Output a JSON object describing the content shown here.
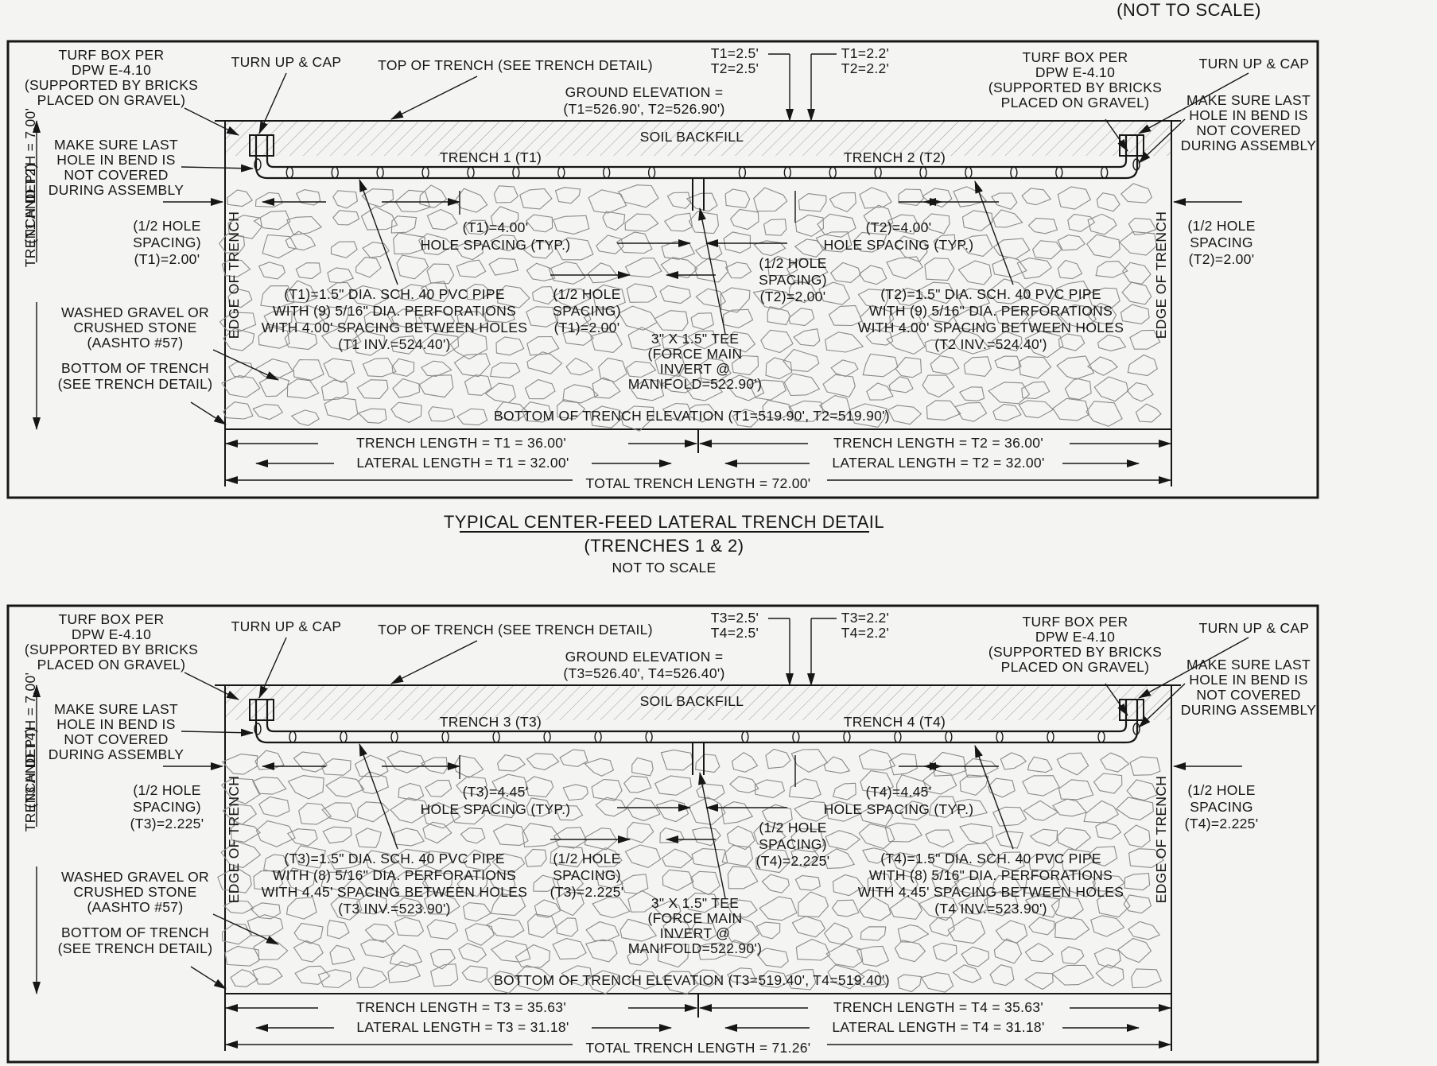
{
  "top_note": "(NOT TO SCALE)",
  "detail1": {
    "turf_box": [
      "TURF BOX PER",
      "DPW E-4.10",
      "(SUPPORTED BY BRICKS",
      "PLACED ON GRAVEL)"
    ],
    "turn_up": "TURN UP & CAP",
    "turn_up_right": "TURN UP & CAP",
    "top_of_trench": "TOP OF TRENCH (SEE TRENCH DETAIL)",
    "cover_left": [
      "T1=2.5'",
      "T2=2.5'"
    ],
    "cover_right": [
      "T1=2.2'",
      "T2=2.2'"
    ],
    "ground_elev": [
      "GROUND ELEVATION =",
      "(T1=526.90', T2=526.90')"
    ],
    "soil_backfill": "SOIL BACKFILL",
    "make_sure": [
      "MAKE SURE LAST",
      "HOLE IN BEND IS",
      "NOT COVERED",
      "DURING ASSEMBLY"
    ],
    "trench_left_name": "TRENCH 1 (T1)",
    "trench_right_name": "TRENCH 2 (T2)",
    "trench_depth": [
      "TRENCH DEPTH = 7.00'",
      "(T1 AND T2)"
    ],
    "edge_of_trench": "EDGE OF TRENCH",
    "half_left_outer": [
      "(1/2 HOLE",
      "SPACING)",
      "(T1)=2.00'"
    ],
    "half_right_outer": [
      "(1/2 HOLE",
      "SPACING",
      "(T2)=2.00'"
    ],
    "spacing_left": [
      "(T1)=4.00'",
      "HOLE SPACING (TYP.)"
    ],
    "spacing_right": [
      "(T2)=4.00'",
      "HOLE SPACING (TYP.)"
    ],
    "half_center_right": [
      "(1/2 HOLE",
      "SPACING)",
      "(T2)=2.00'"
    ],
    "half_center_left": [
      "(1/2 HOLE",
      "SPACING)",
      "(T1)=2.00'"
    ],
    "pipe_left": [
      "(T1)=1.5\" DIA. SCH. 40 PVC PIPE",
      "WITH (9) 5/16\" DIA. PERFORATIONS",
      "WITH 4.00' SPACING BETWEEN HOLES",
      "(T1 INV.=524.40')"
    ],
    "pipe_right": [
      "(T2)=1.5\" DIA. SCH. 40 PVC PIPE",
      "WITH (9) 5/16\" DIA. PERFORATIONS",
      "WITH 4.00' SPACING BETWEEN HOLES",
      "(T2 INV.=524.40')"
    ],
    "gravel": [
      "WASHED GRAVEL OR",
      "CRUSHED STONE",
      "(AASHTO #57)"
    ],
    "bottom_note": [
      "BOTTOM OF TRENCH",
      "(SEE TRENCH DETAIL)"
    ],
    "tee": [
      "3\" X 1.5\" TEE",
      "(FORCE MAIN",
      "INVERT @",
      "MANIFOLD=522.90')"
    ],
    "bottom_elev": "BOTTOM OF TRENCH ELEVATION (T1=519.90', T2=519.90')",
    "trench_len_left": "TRENCH LENGTH = T1 = 36.00'",
    "trench_len_right": "TRENCH LENGTH = T2 = 36.00'",
    "lateral_left": "LATERAL LENGTH = T1 = 32.00'",
    "lateral_right": "LATERAL LENGTH = T2 = 32.00'",
    "total": "TOTAL TRENCH LENGTH = 72.00'",
    "holes_per_side": 9
  },
  "detail1_title": "TYPICAL CENTER-FEED LATERAL TRENCH DETAIL",
  "detail1_sub": "(TRENCHES 1 & 2)",
  "detail1_scale": "NOT TO SCALE",
  "detail2": {
    "turf_box": [
      "TURF BOX PER",
      "DPW E-4.10",
      "(SUPPORTED BY BRICKS",
      "PLACED ON GRAVEL)"
    ],
    "turn_up": "TURN UP & CAP",
    "turn_up_right": "TURN UP & CAP",
    "top_of_trench": "TOP OF TRENCH (SEE TRENCH DETAIL)",
    "cover_left": [
      "T3=2.5'",
      "T4=2.5'"
    ],
    "cover_right": [
      "T3=2.2'",
      "T4=2.2'"
    ],
    "ground_elev": [
      "GROUND ELEVATION =",
      "(T3=526.40', T4=526.40')"
    ],
    "soil_backfill": "SOIL BACKFILL",
    "make_sure": [
      "MAKE SURE LAST",
      "HOLE IN BEND IS",
      "NOT COVERED",
      "DURING ASSEMBLY"
    ],
    "trench_left_name": "TRENCH 3 (T3)",
    "trench_right_name": "TRENCH 4 (T4)",
    "trench_depth": [
      "TRENCH DEPTH = 7.00'",
      "(T3 AND T4)"
    ],
    "edge_of_trench": "EDGE OF TRENCH",
    "half_left_outer": [
      "(1/2 HOLE",
      "SPACING)",
      "(T3)=2.225'"
    ],
    "half_right_outer": [
      "(1/2 HOLE",
      "SPACING",
      "(T4)=2.225'"
    ],
    "spacing_left": [
      "(T3)=4.45'",
      "HOLE SPACING (TYP.)"
    ],
    "spacing_right": [
      "(T4)=4.45'",
      "HOLE SPACING (TYP.)"
    ],
    "half_center_right": [
      "(1/2 HOLE",
      "SPACING)",
      "(T4)=2.225'"
    ],
    "half_center_left": [
      "(1/2 HOLE",
      "SPACING)",
      "(T3)=2.225'"
    ],
    "pipe_left": [
      "(T3)=1.5\" DIA. SCH. 40 PVC PIPE",
      "WITH (8) 5/16\" DIA. PERFORATIONS",
      "WITH 4.45' SPACING BETWEEN HOLES",
      "(T3 INV.=523.90')"
    ],
    "pipe_right": [
      "(T4)=1.5\" DIA. SCH. 40 PVC PIPE",
      "WITH (8) 5/16\" DIA. PERFORATIONS",
      "WITH 4.45' SPACING BETWEEN HOLES",
      "(T4 INV.=523.90')"
    ],
    "gravel": [
      "WASHED GRAVEL OR",
      "CRUSHED STONE",
      "(AASHTO #57)"
    ],
    "bottom_note": [
      "BOTTOM OF TRENCH",
      "(SEE TRENCH DETAIL)"
    ],
    "tee": [
      "3\" X 1.5\" TEE",
      "(FORCE MAIN",
      "INVERT @",
      "MANIFOLD=522.90')"
    ],
    "bottom_elev": "BOTTOM OF TRENCH ELEVATION (T3=519.40', T4=519.40')",
    "trench_len_left": "TRENCH LENGTH = T3 = 35.63'",
    "trench_len_right": "TRENCH LENGTH = T4 = 35.63'",
    "lateral_left": "LATERAL LENGTH = T3 = 31.18'",
    "lateral_right": "LATERAL LENGTH = T4 = 31.18'",
    "total": "TOTAL TRENCH LENGTH = 71.26'",
    "holes_per_side": 8
  }
}
